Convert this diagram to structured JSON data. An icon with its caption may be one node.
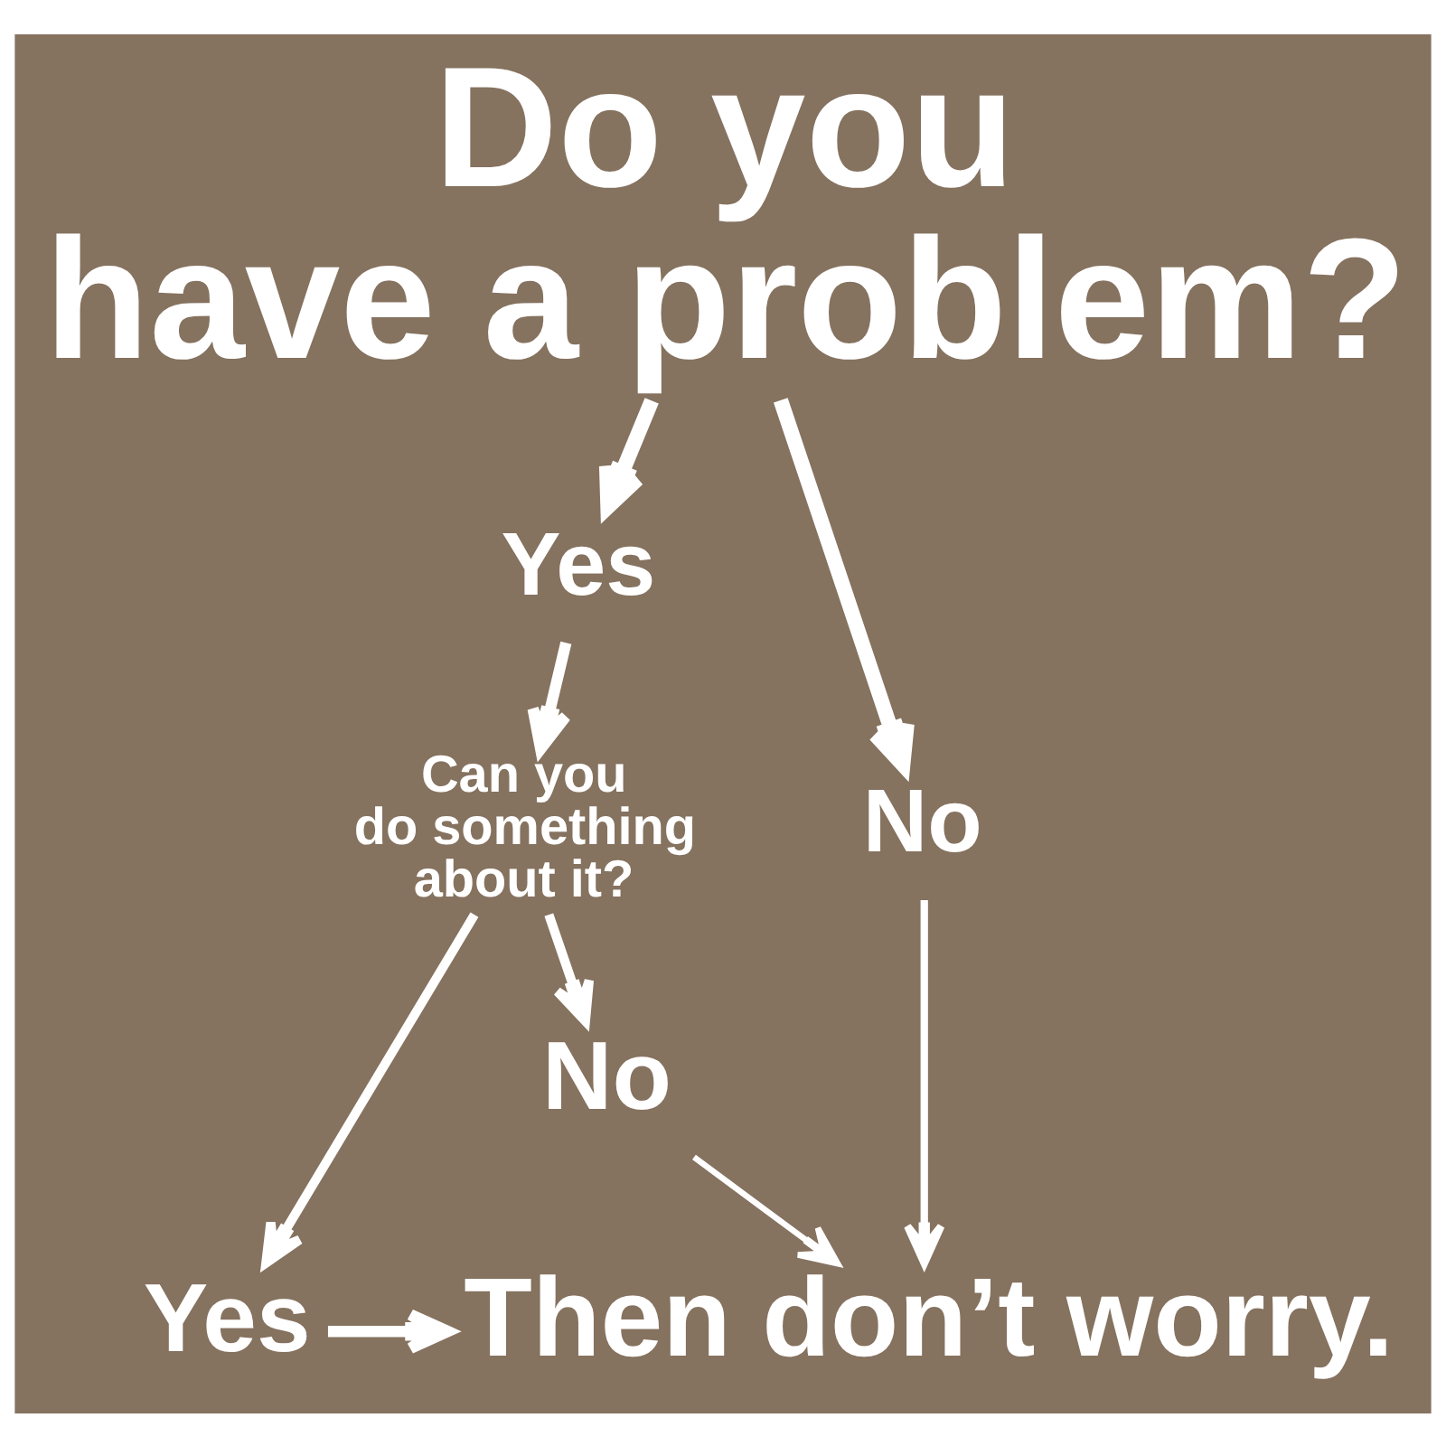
{
  "diagram": {
    "nodes": [
      {
        "text": [
          "Do you have a problem?"
        ]
      },
      {
        "text": [
          "Yes"
        ]
      },
      {
        "text": [
          "No"
        ]
      },
      {
        "text": [
          "Can you do something about it?"
        ]
      },
      {
        "text": [
          "Yes"
        ]
      },
      {
        "text": [
          "No"
        ]
      },
      {
        "text": [
          "Then don’t worry."
        ]
      }
    ],
    "edges": [
      {
        "from": 0,
        "to": 1,
        "arrow": "to"
      },
      {
        "from": 0,
        "to": 2,
        "arrow": "to"
      },
      {
        "from": 1,
        "to": 3,
        "arrow": "to"
      },
      {
        "from": 3,
        "to": 4,
        "arrow": "to"
      },
      {
        "from": 3,
        "to": 5,
        "arrow": "to"
      },
      {
        "from": 4,
        "to": 6,
        "arrow": "to"
      },
      {
        "from": 5,
        "to": 6,
        "arrow": "to"
      },
      {
        "from": 2,
        "to": 6,
        "arrow": "to"
      }
    ]
  }
}
